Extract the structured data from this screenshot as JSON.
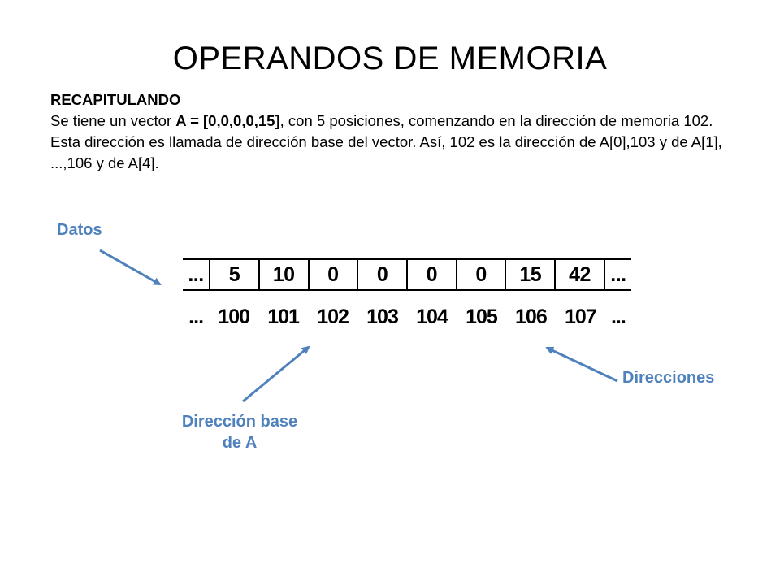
{
  "title": "OPERANDOS DE MEMORIA",
  "text": {
    "heading": "RECAPITULANDO",
    "p1": "Se tiene un vector ",
    "p1_bold": "A = [0,0,0,0,15]",
    "p2": ", con 5 posiciones, comenzando en la dirección  de memoria 102.  Esta dirección es llamada de dirección base del vector. Así, 102 es la dirección de A[0],103 y de A[1], ...,106 y de A[4]."
  },
  "labels": {
    "datos": "Datos",
    "direcciones": "Direcciones",
    "base_line1": "Dirección base",
    "base_line2": "de A"
  },
  "memory": {
    "cells": [
      "...",
      "5",
      "10",
      "0",
      "0",
      "0",
      "0",
      "15",
      "42",
      "..."
    ],
    "addresses": [
      "...",
      "100",
      "101",
      "102",
      "103",
      "104",
      "105",
      "106",
      "107",
      "..."
    ]
  },
  "colors": {
    "accent": "#4f81bd"
  }
}
